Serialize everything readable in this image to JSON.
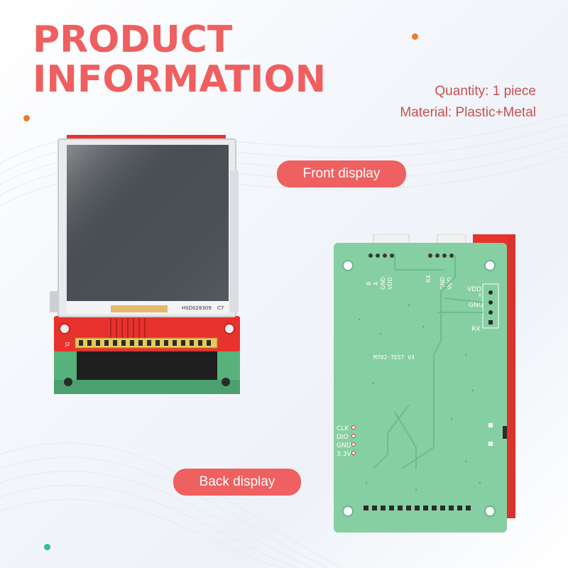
{
  "title": {
    "line1": "PRODUCT",
    "line2": "INFORMATION"
  },
  "specs": {
    "quantity": "Quantity: 1 piece",
    "material": "Material: Plastic+Metal"
  },
  "labels": {
    "front": "Front display",
    "back": "Back display"
  },
  "front_board": {
    "lcd_code": "HSD028309",
    "lcd_suffix": "C7",
    "connector": "J2"
  },
  "back_board": {
    "model": "M702-TEST V4",
    "top_pins": [
      "B",
      "A",
      "GND",
      "VDD",
      "RX",
      "GND",
      "VDD"
    ],
    "right_pins": [
      "VDD",
      "GND",
      "RX"
    ],
    "right_mark": "R",
    "left_pins": [
      "CLK",
      "DIO",
      "GND",
      "3.3V"
    ]
  },
  "colors": {
    "accent": "#ef6060",
    "title": "#ef5f5f",
    "pcb_green": "#7fc99a",
    "pcb_red": "#e8322d"
  }
}
